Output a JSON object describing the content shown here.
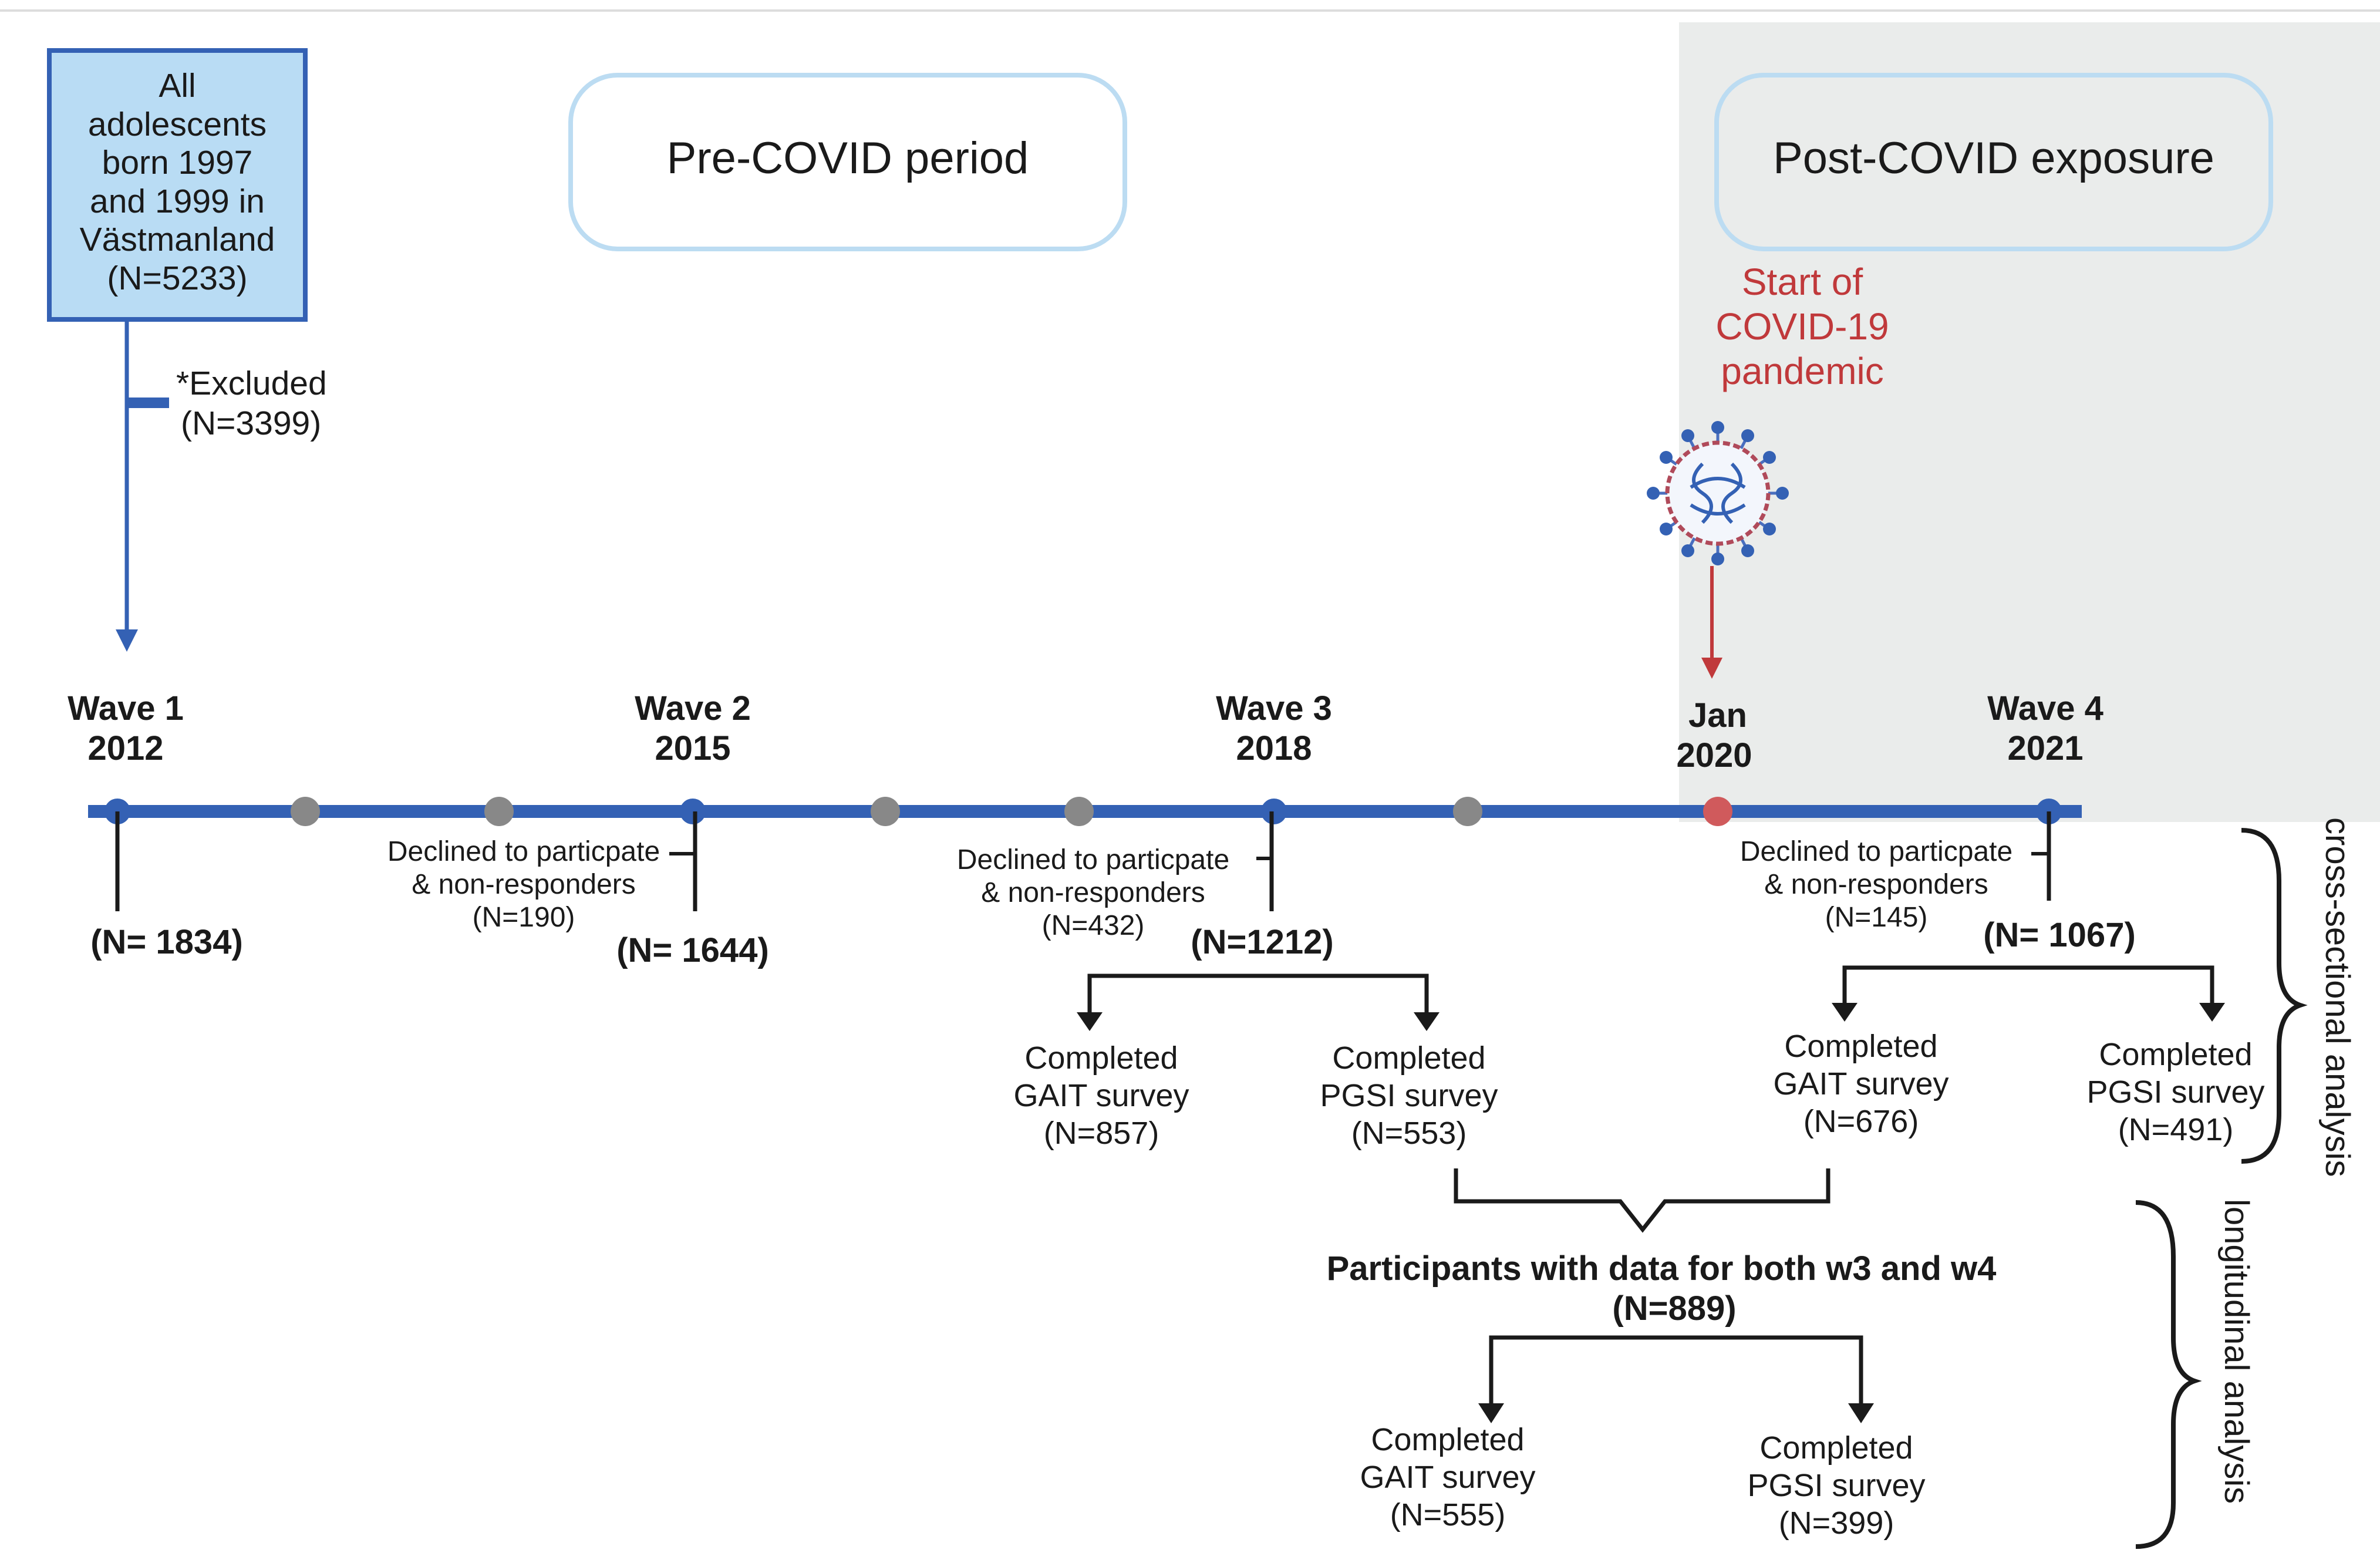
{
  "colors": {
    "timeline_blue": "#3461b4",
    "box_fill": "#b9dcf4",
    "box_border": "#3461b4",
    "covid_red": "#c0393b",
    "grey_dot": "#888888",
    "post_bg": "#eaeceb",
    "pill_border": "#bcdcf2",
    "text": "#1a1a1a"
  },
  "population_box": {
    "lines": [
      "All",
      "adolescents",
      "born 1997",
      "and 1999 in",
      "Västmanland",
      "(N=5233)"
    ]
  },
  "excluded": {
    "line1": "*Excluded",
    "line2": "(N=3399)"
  },
  "periods": {
    "pre": "Pre-COVID period",
    "post": "Post-COVID exposure"
  },
  "pandemic": {
    "lines": [
      "Start of",
      "COVID-19",
      "pandemic"
    ],
    "date_line1": "Jan",
    "date_line2": "2020",
    "icon": "virus-icon"
  },
  "waves": [
    {
      "label": "Wave 1",
      "year": "2012",
      "n": "(N= 1834)"
    },
    {
      "label": "Wave 2",
      "year": "2015",
      "n": "(N= 1644)"
    },
    {
      "label": "Wave 3",
      "year": "2018",
      "n": "(N=1212)"
    },
    {
      "label": "Wave 4",
      "year": "2021",
      "n": "(N= 1067)"
    }
  ],
  "declined": [
    {
      "line1": "Declined to particpate",
      "line2": "& non-responders",
      "n": "(N=190)"
    },
    {
      "line1": "Declined to particpate",
      "line2": "& non-responders",
      "n": "(N=432)"
    },
    {
      "line1": "Declined to particpate",
      "line2": "& non-responders",
      "n": "(N=145)"
    }
  ],
  "w3_completed": [
    {
      "line1": "Completed",
      "line2": "GAIT survey",
      "n": "(N=857)"
    },
    {
      "line1": "Completed",
      "line2": "PGSI survey",
      "n": "(N=553)"
    }
  ],
  "w4_completed": [
    {
      "line1": "Completed",
      "line2": "GAIT survey",
      "n": "(N=676)"
    },
    {
      "line1": "Completed",
      "line2": "PGSI survey",
      "n": "(N=491)"
    }
  ],
  "both": {
    "line1": "Participants with data for both w3 and w4",
    "n": "(N=889)"
  },
  "both_completed": [
    {
      "line1": "Completed",
      "line2": "GAIT survey",
      "n": "(N=555)"
    },
    {
      "line1": "Completed",
      "line2": "PGSI survey",
      "n": "(N=399)"
    }
  ],
  "analyses": {
    "cross": "cross-sectional analysis",
    "longitudinal": "longitudinal analysis"
  }
}
